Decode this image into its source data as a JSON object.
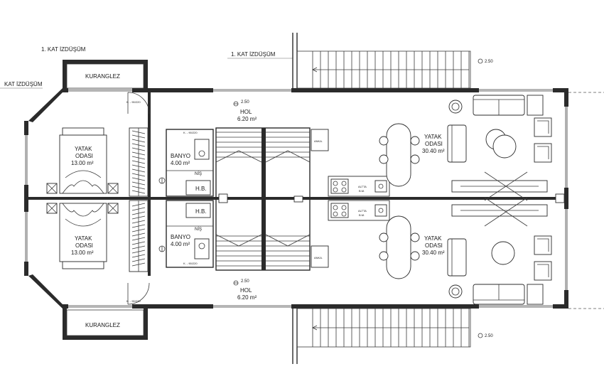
{
  "labels": {
    "projection_top_left": "1. KAT İZDÜŞÜM",
    "projection_top_mid": "1. KAT İZDÜŞÜM",
    "projection_left_edge": "KAT İZDÜŞÜM",
    "kuranglez": "KURANGLEZ",
    "hol": "HOL",
    "hol_area": "6.20 m²",
    "yatak": "YATAK",
    "odasi": "ODASI",
    "small_room_area": "13.00 m²",
    "large_room_area": "30.40 m²",
    "banyo": "BANYO",
    "banyo_area": "4.00 m²",
    "nis": "NİŞ",
    "hb": "H.B.",
    "level": "2.50",
    "door_code": "K. - 90/220",
    "ankastre": "ANKA.",
    "appliance": "ALTTA",
    "appliance_sub": "B.M."
  },
  "colors": {
    "wall": "#2b2b2b",
    "line": "#3a3a3a",
    "background": "#ffffff"
  }
}
